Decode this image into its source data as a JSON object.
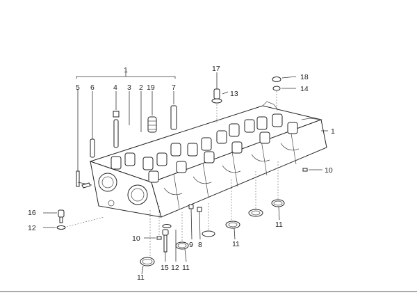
{
  "diagram": {
    "callouts": {
      "c1_top": "1",
      "c5": "5",
      "c6": "6",
      "c4": "4",
      "c3": "3",
      "c2": "2",
      "c19": "19",
      "c7": "7",
      "c17": "17",
      "c13": "13",
      "c18": "18",
      "c14": "14",
      "c1_right": "1",
      "c10_right": "10",
      "c16": "16",
      "c12_left": "12",
      "c10_bottom": "10",
      "c11_bottom_left": "11",
      "c15": "15",
      "c12_bottom": "12",
      "c11_bottom_mid": "11",
      "c9": "9",
      "c8": "8",
      "c11_mid": "11",
      "c11_right": "11"
    }
  }
}
